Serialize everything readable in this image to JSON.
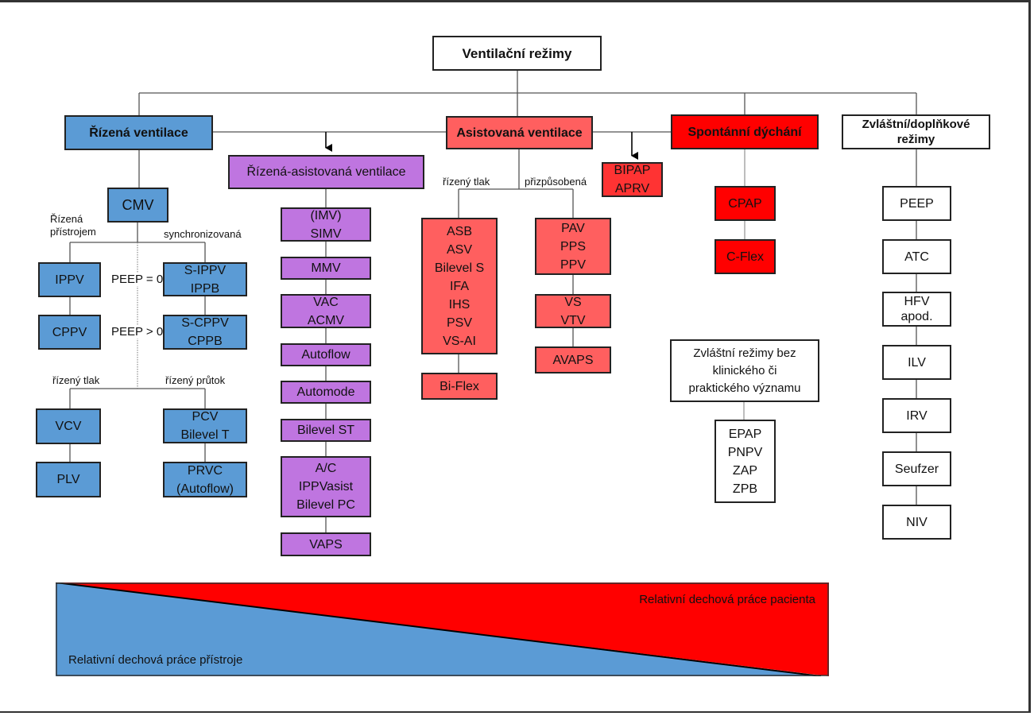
{
  "title": "Ventilační režimy",
  "categories": {
    "controlled": "Řízená ventilace",
    "assisted": "Asistovaná ventilace",
    "spontaneous": "Spontánní dýchání",
    "special": "Zvláštní/doplňkové\nrežimy",
    "controlled_assisted": "Řízená-asistovaná ventilace"
  },
  "controlled": {
    "cmv": "CMV",
    "labels": {
      "device": "Řízená\npřístrojem",
      "synchronized": "synchronizovaná",
      "peep0": "PEEP = 0",
      "peep_gt0": "PEEP > 0",
      "pressure": "řízený tlak",
      "flow": "řízený průtok"
    },
    "ippv": "IPPV",
    "cppv": "CPPV",
    "sippv": "S-IPPV\nIPPB",
    "scppv": "S-CPPV\nCPPB",
    "vcv": "VCV",
    "plv": "PLV",
    "pcv": "PCV\nBilevel T",
    "prvc": "PRVC\n(Autoflow)"
  },
  "controlled_assisted_modes": [
    "(IMV)\nSIMV",
    "MMV",
    "VAC\nACMV",
    "Autoflow",
    "Automode",
    "Bilevel ST",
    "A/C\nIPPVasist\nBilevel PC",
    "VAPS"
  ],
  "assisted": {
    "labels": {
      "pressure": "řízený tlak",
      "adaptive": "přizpůsobená"
    },
    "pressure_modes": "ASB\nASV\nBilevel S\nIFA\nIHS\nPSV\nVS-AI",
    "biflex": "Bi-Flex",
    "adaptive_modes": "PAV\nPPS\nPPV",
    "vs_vtv": "VS\nVTV",
    "avaps": "AVAPS",
    "bipap": "BIPAP\nAPRV"
  },
  "spontaneous": {
    "cpap": "CPAP",
    "cflex": "C-Flex"
  },
  "no_clinical": {
    "header": "Zvláštní režimy bez\nklinického či\npraktického významu",
    "modes": "EPAP\nPNPV\nZAP\nZPB"
  },
  "special_modes": [
    "PEEP",
    "ATC",
    "HFV\napod.",
    "ILV",
    "IRV",
    "Seufzer",
    "NIV"
  ],
  "work_bar": {
    "patient_label": "Relativní dechová práce pacienta",
    "device_label": "Relativní dechová práce přístroje",
    "colors": {
      "patient": "#ff0000",
      "device": "#5b9bd5"
    }
  }
}
